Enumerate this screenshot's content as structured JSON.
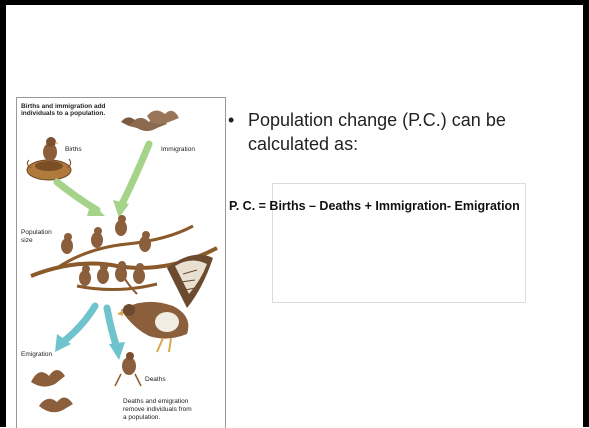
{
  "figure": {
    "caption_top": [
      "Births and immigration add",
      "individuals to a population."
    ],
    "label_births": "Births",
    "label_immigration": "Immigration",
    "label_population_size": [
      "Population",
      "size"
    ],
    "label_emigration": "Emigration",
    "label_deaths": "Deaths",
    "caption_bottom": [
      "Deaths and emigration",
      "remove individuals from",
      "a population."
    ]
  },
  "bullet": {
    "symbol": "•",
    "text": "Population change (P.C.) can be calculated as:"
  },
  "formula": "P. C. = Births – Deaths + Immigration- Emigration",
  "colors": {
    "arrow_green": "#a6d38a",
    "arrow_teal": "#6ec3cc",
    "branch": "#8a5a2b",
    "bird_brown": "#8b5e3c"
  }
}
